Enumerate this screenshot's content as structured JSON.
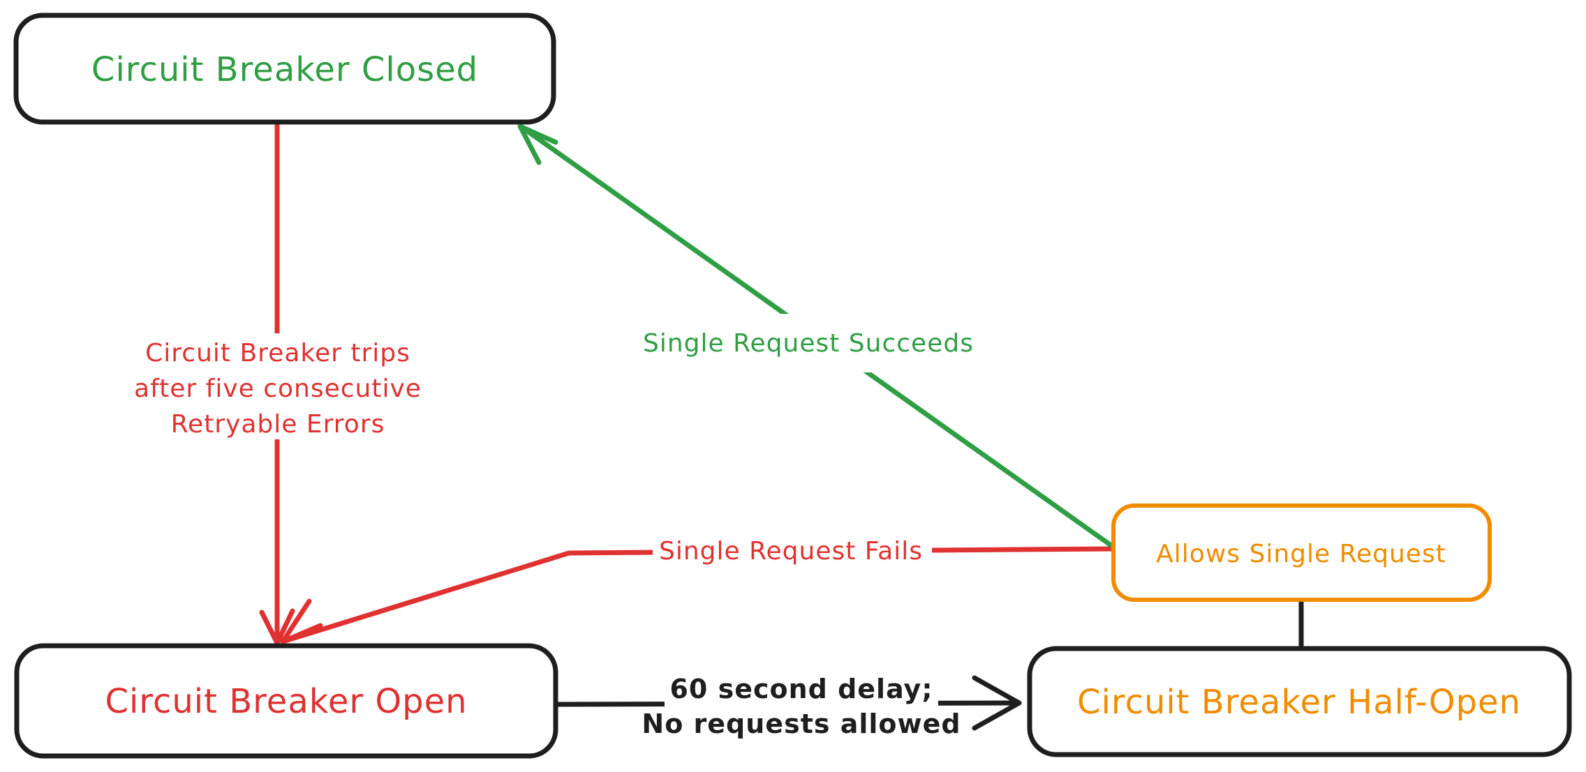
{
  "colors": {
    "green": "#2f9e44",
    "red": "#e03131",
    "orange": "#f08c00",
    "black": "#1e1e1e",
    "background": "#ffffff"
  },
  "states": {
    "closed": {
      "label": "Circuit Breaker Closed"
    },
    "open": {
      "label": "Circuit Breaker Open"
    },
    "half_open": {
      "label": "Circuit Breaker Half-Open"
    },
    "allows_single_request": {
      "label": "Allows Single Request"
    }
  },
  "transitions": {
    "trips": {
      "label_lines": [
        "Circuit Breaker trips",
        "after five consecutive",
        "Retryable Errors"
      ]
    },
    "single_request_succeeds": {
      "label": "Single Request Succeeds"
    },
    "single_request_fails": {
      "label": "Single Request Fails"
    },
    "delay": {
      "label_lines": [
        "60 second delay;",
        "No requests allowed"
      ]
    }
  }
}
